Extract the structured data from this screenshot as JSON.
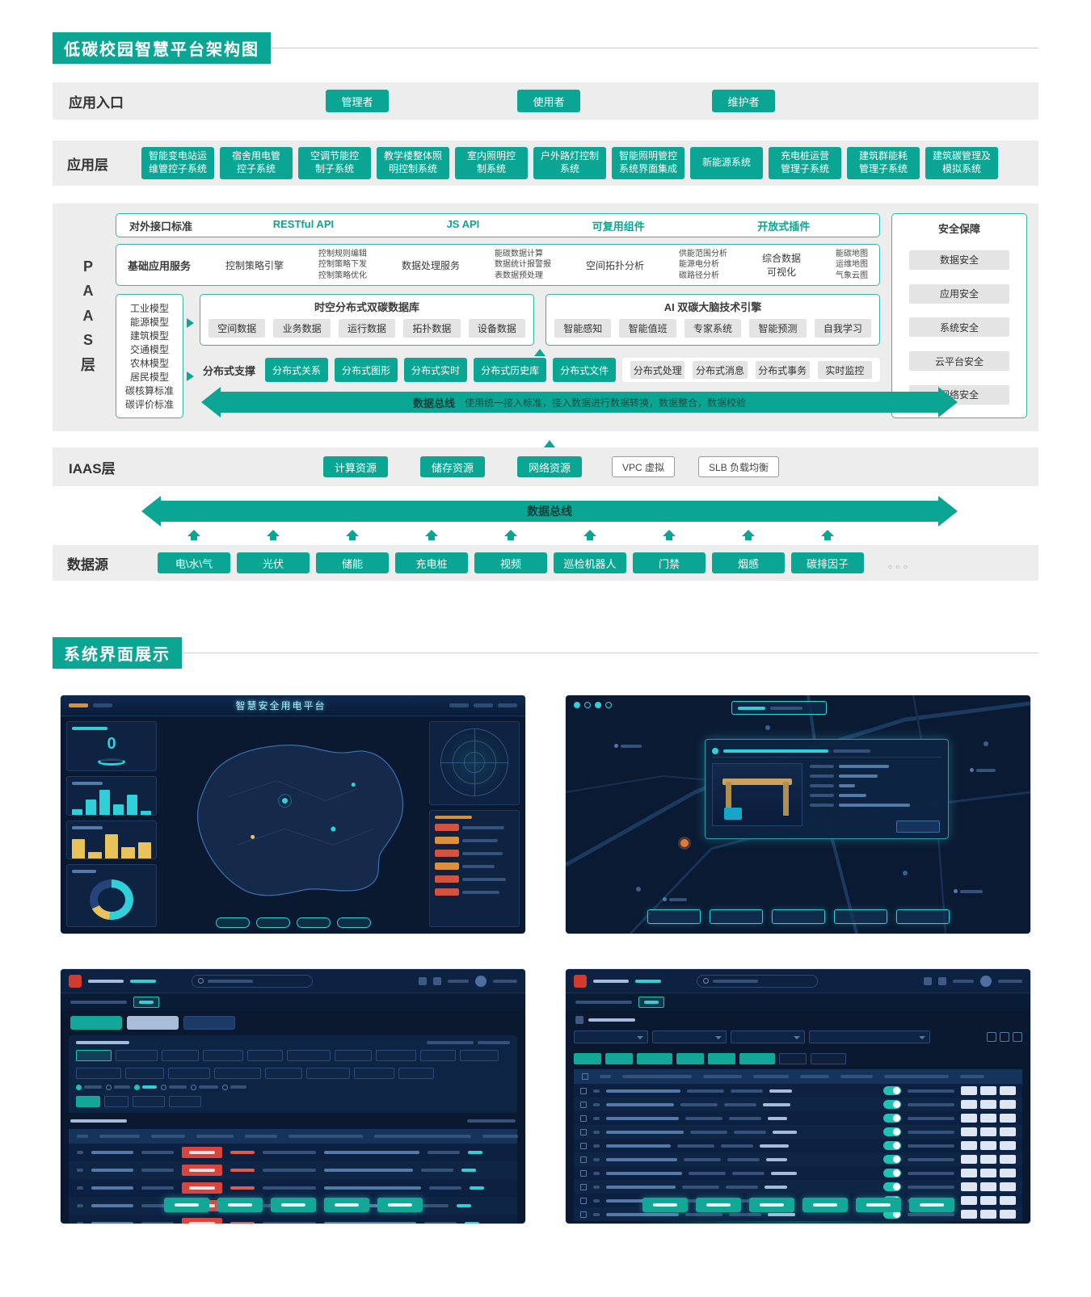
{
  "page": {
    "section1_title": "低碳校园智慧平台架构图",
    "section2_title": "系统界面展示"
  },
  "entry": {
    "label": "应用入口",
    "items": [
      "管理者",
      "使用者",
      "维护者"
    ]
  },
  "app_layer": {
    "label": "应用层",
    "items": [
      "智能变电站运\n维管控子系统",
      "宿舍用电管\n控子系统",
      "空调节能控\n制子系统",
      "教学楼整体照\n明控制系统",
      "室内照明控\n制系统",
      "户外路灯控制\n系统",
      "智能照明管控\n系统界面集成",
      "新能源系统",
      "充电桩运营\n管理子系统",
      "建筑群能耗\n管理子系统",
      "建筑碳管理及\n模拟系统"
    ]
  },
  "paas": {
    "label": "PAAS层",
    "interface": {
      "label": "对外接口标准",
      "items": [
        "RESTful API",
        "JS API",
        "可复用组件",
        "开放式插件"
      ]
    },
    "services": {
      "label": "基础应用服务",
      "items": [
        "控制策略引擎",
        "控制规则编辑\n控制策略下发\n控制策略优化",
        "数据处理服务",
        "能碳数据计算\n数据统计报警报\n表数据预处理",
        "空间拓扑分析",
        "供能范围分析\n能源电分析\n碳路径分析",
        "综合数据\n可视化",
        "能碳地图\n运维地图\n气象云图"
      ]
    },
    "models": [
      "工业模型",
      "能源模型",
      "建筑模型",
      "交通模型",
      "农林模型",
      "居民模型",
      "碳核算标准",
      "碳评价标准"
    ],
    "database": {
      "title": "时空分布式双碳数据库",
      "items": [
        "空间数据",
        "业务数据",
        "运行数据",
        "拓扑数据",
        "设备数据"
      ]
    },
    "ai": {
      "title": "AI 双碳大脑技术引擎",
      "items": [
        "智能感知",
        "智能值班",
        "专家系统",
        "智能预测",
        "自我学习"
      ]
    },
    "distributed": {
      "label": "分布式支撑",
      "teal_items": [
        "分布式关系",
        "分布式图形",
        "分布式实时",
        "分布式历史库",
        "分布式文件"
      ],
      "gray_items": [
        "分布式处理",
        "分布式消息",
        "分布式事务",
        "实时监控"
      ]
    },
    "bus": {
      "title": "数据总线",
      "desc": "使用统一接入标准，接入数据进行数据转换，数据整合，数据校验"
    },
    "security": {
      "title": "安全保障",
      "items": [
        "数据安全",
        "应用安全",
        "系统安全",
        "云平台安全",
        "网络安全"
      ]
    }
  },
  "iaas": {
    "label": "IAAS层",
    "teal_items": [
      "计算资源",
      "储存资源",
      "网络资源"
    ],
    "outline_items": [
      "VPC 虚拟",
      "SLB 负载均衡"
    ]
  },
  "bus2": {
    "title": "数据总线"
  },
  "datasource": {
    "label": "数据源",
    "items": [
      "电\\水\\气",
      "光伏",
      "储能",
      "充电桩",
      "视频",
      "巡检机器人",
      "门禁",
      "烟感",
      "碳排因子"
    ],
    "more": "。。。"
  },
  "shots": {
    "shot1_title": "智慧安全用电平台",
    "shot1_stat": "0"
  }
}
